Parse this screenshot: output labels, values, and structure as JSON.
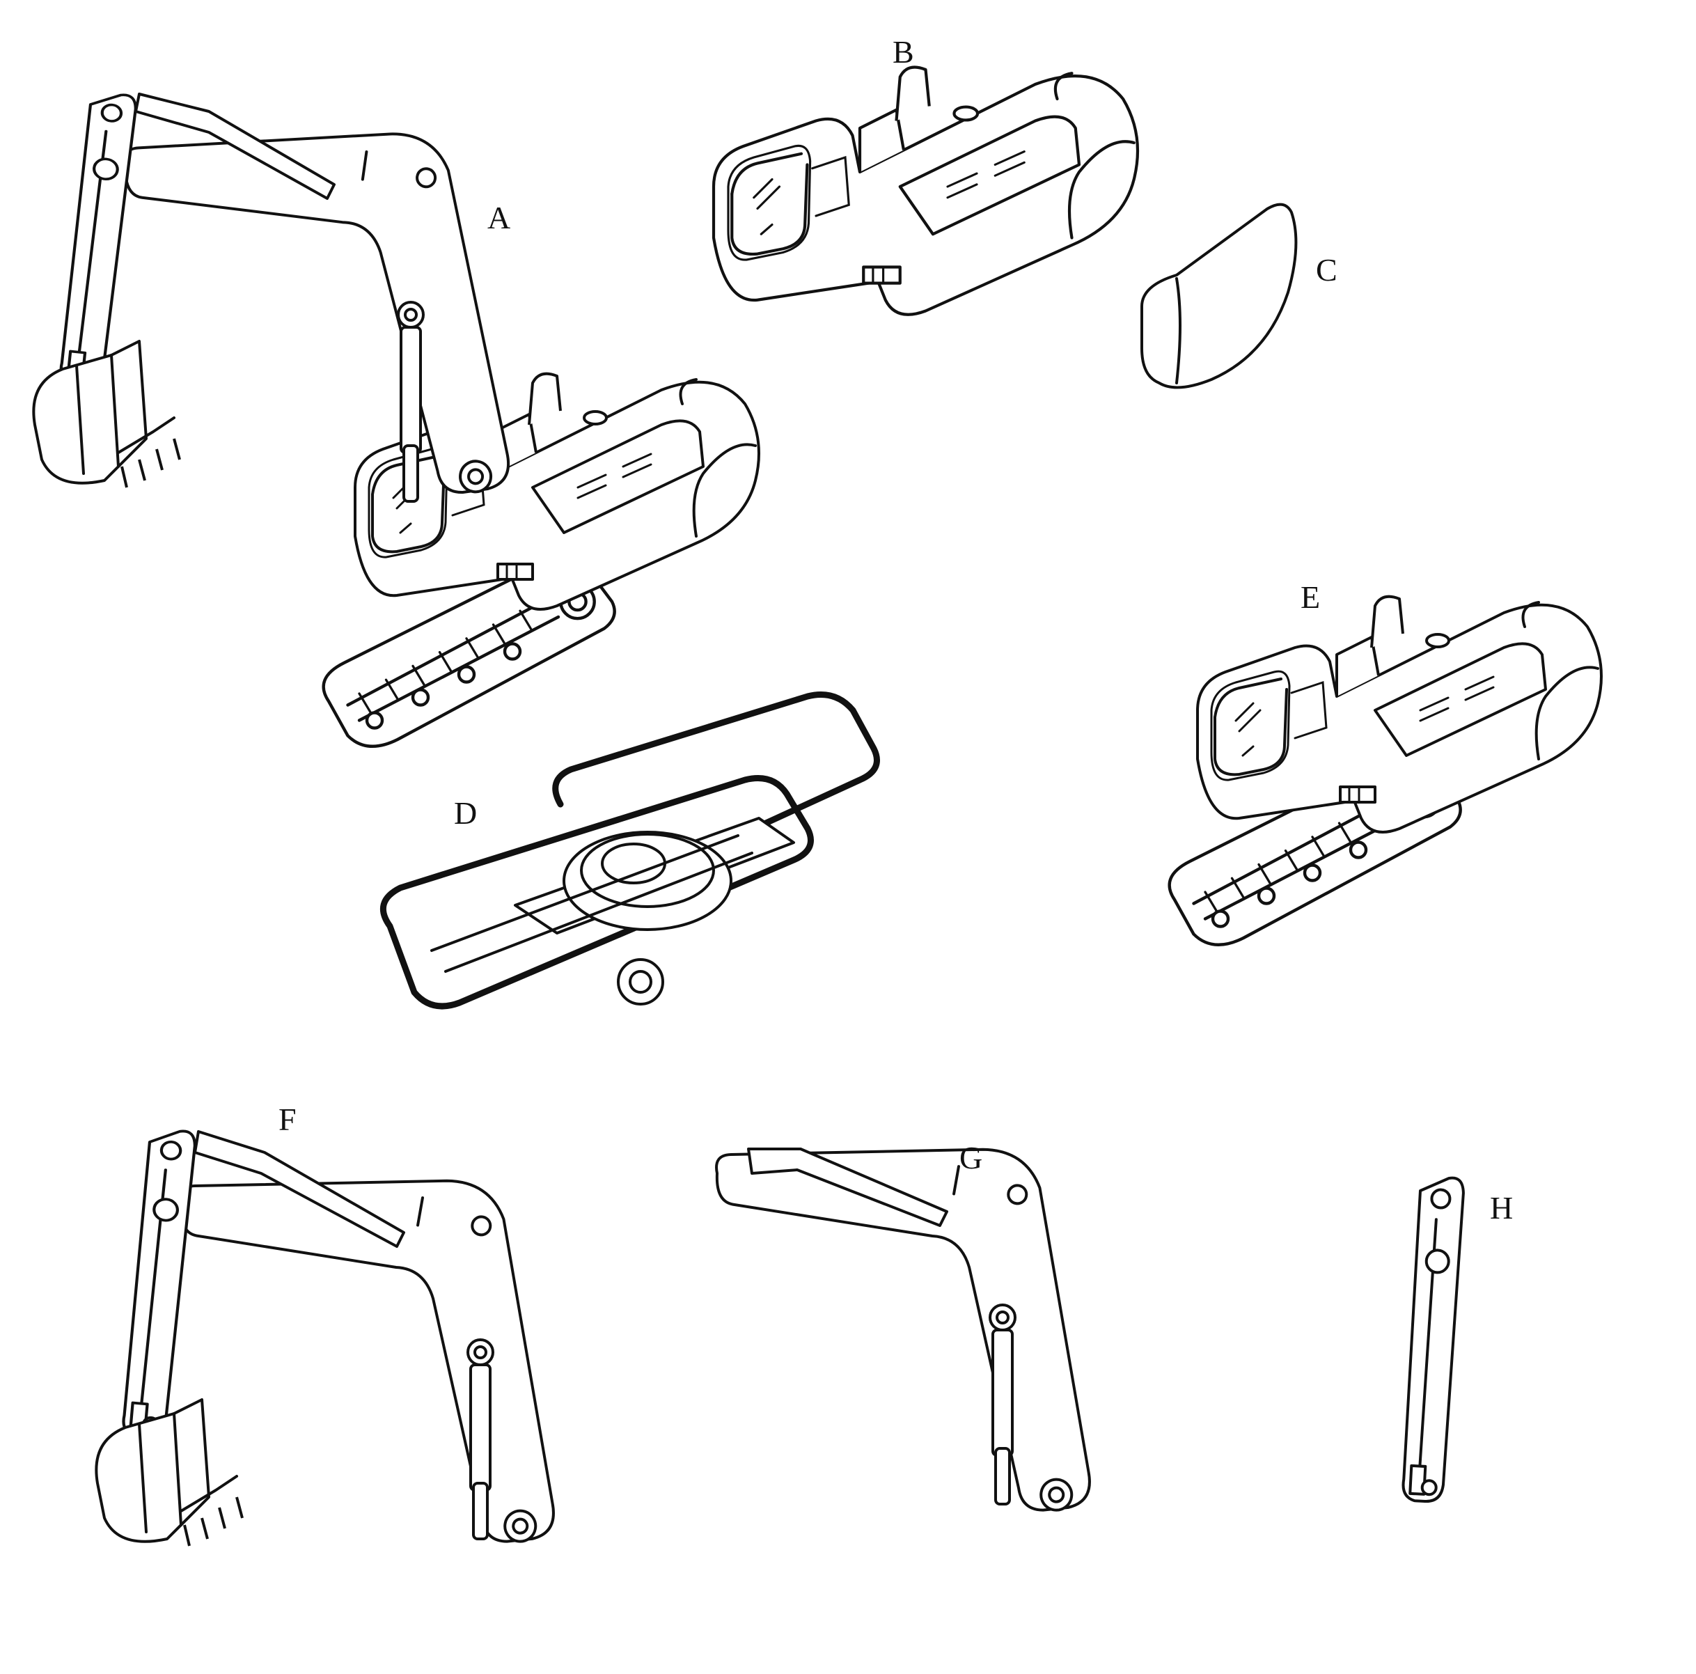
{
  "labels": {
    "a": "A",
    "b": "B",
    "c": "C",
    "d": "D",
    "e": "E",
    "f": "F",
    "g": "G",
    "h": "H"
  },
  "colors": {
    "ink": "#111111",
    "background": "#ffffff"
  }
}
